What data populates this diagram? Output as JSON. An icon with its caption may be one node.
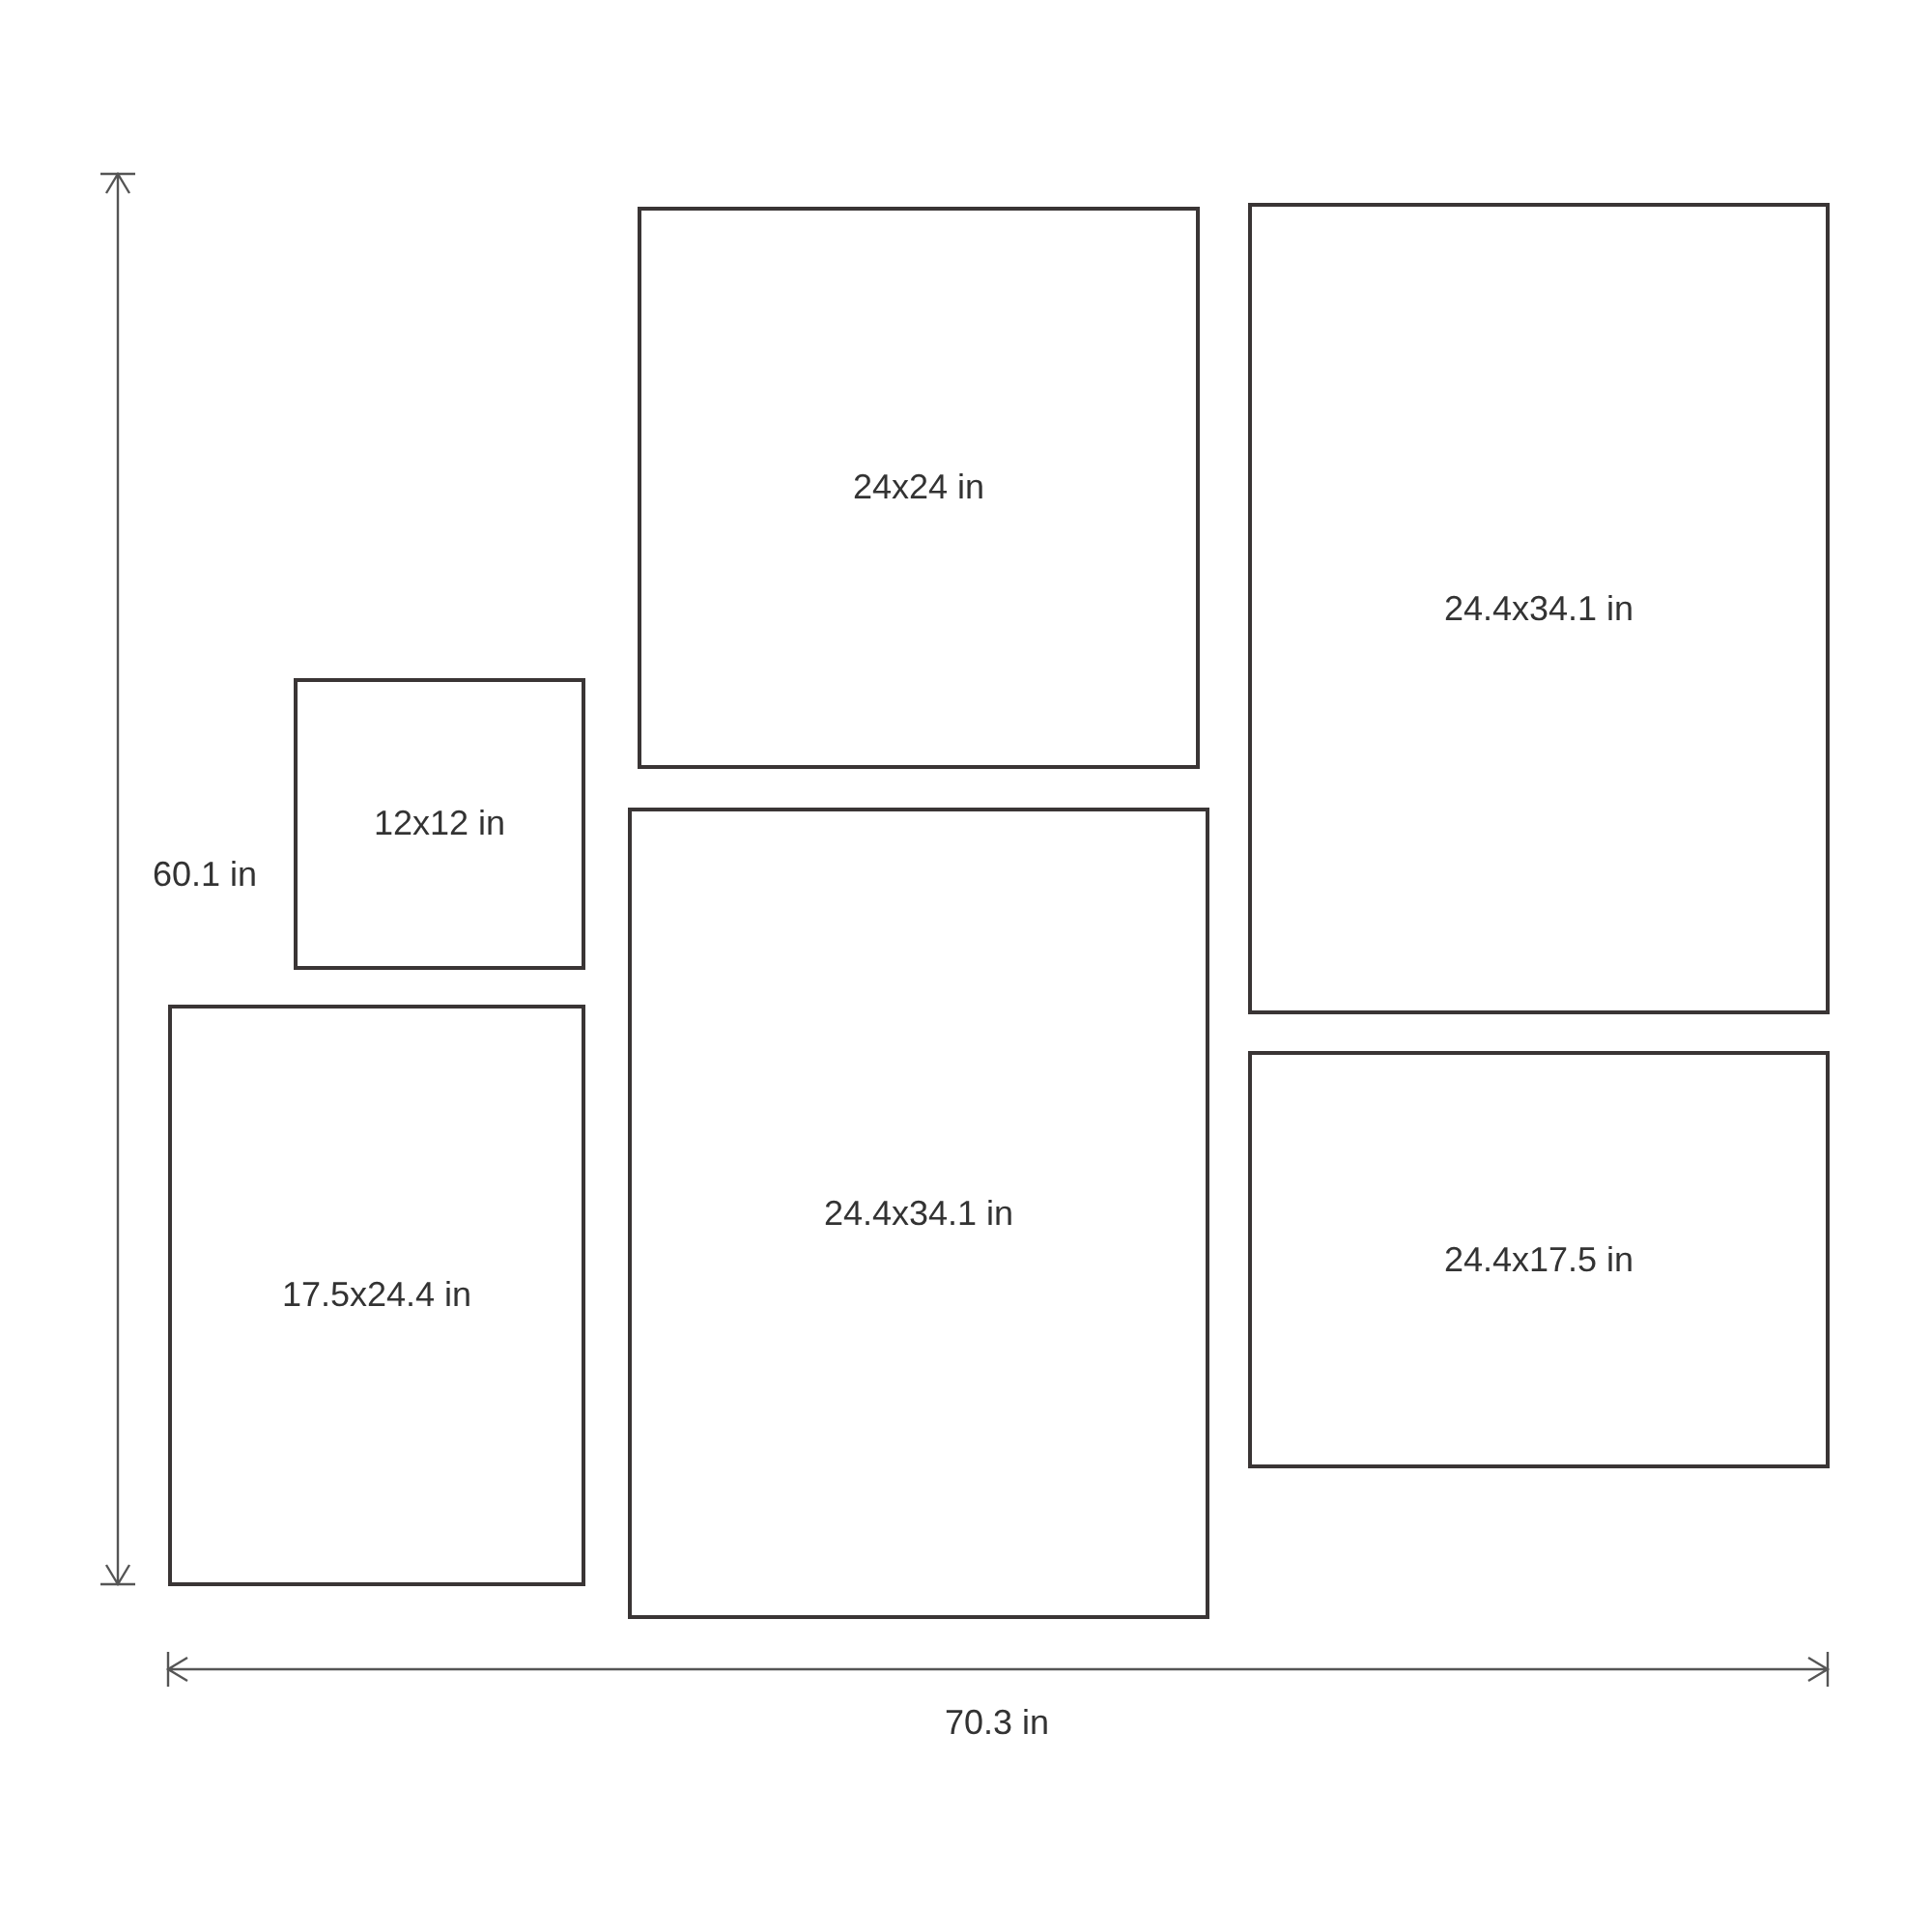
{
  "diagram": {
    "nodes": [
      {
        "text": [
          "24x24 in"
        ]
      },
      {
        "text": [
          "24.4x34.1 in"
        ]
      },
      {
        "text": [
          "12x12 in"
        ]
      },
      {
        "text": [
          "24.4x34.1 in"
        ]
      },
      {
        "text": [
          "17.5x24.4 in"
        ]
      },
      {
        "text": [
          "24.4x17.5 in"
        ]
      }
    ],
    "edges": [],
    "labels": [
      "60.1 in",
      "70.3 in"
    ]
  }
}
